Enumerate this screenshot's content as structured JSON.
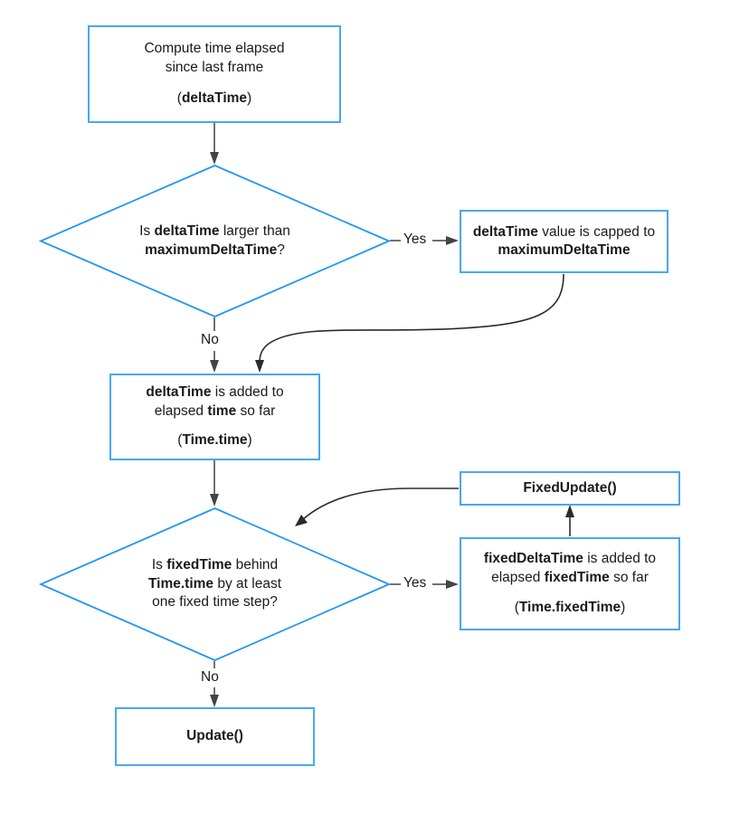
{
  "diagram": {
    "title": "Unity frame update / fixed update time flow",
    "accent_border_color": "#49a7f2",
    "connector_color": "#2b2b2b",
    "nodes": {
      "compute_delta": {
        "type": "process",
        "line1": "Compute time elapsed",
        "line2": "since last frame",
        "line3_prefix": "(",
        "line3_bold": "deltaTime",
        "line3_suffix": ")"
      },
      "decision_max_delta": {
        "type": "decision",
        "line1_prefix": "Is ",
        "line1_bold": "deltaTime",
        "line1_suffix": " larger than",
        "line2_bold": "maximumDeltaTime",
        "line2_suffix": "?"
      },
      "cap_delta": {
        "type": "process",
        "line1_bold": "deltaTime",
        "line1_suffix": " value is capped to",
        "line2_bold": "maximumDeltaTime"
      },
      "add_delta": {
        "type": "process",
        "line1_bold": "deltaTime",
        "line1_suffix": " is added to",
        "line2_prefix": "elapsed ",
        "line2_bold": "time",
        "line2_suffix": " so far",
        "line3_prefix": "(",
        "line3_bold": "Time.time",
        "line3_suffix": ")"
      },
      "decision_fixed": {
        "type": "decision",
        "line1_prefix": "Is ",
        "line1_bold": "fixedTime",
        "line1_suffix": " behind",
        "line2_bold": "Time.time",
        "line2_suffix": " by at least",
        "line3": "one fixed time step?"
      },
      "fixed_update": {
        "type": "process",
        "label": "FixedUpdate()"
      },
      "add_fixed_delta": {
        "type": "process",
        "line1_bold": "fixedDeltaTime",
        "line1_suffix": " is added to",
        "line2_prefix": "elapsed ",
        "line2_bold": "fixedTime",
        "line2_suffix": " so far",
        "line3_prefix": "(",
        "line3_bold": "Time.fixedTime",
        "line3_suffix": ")"
      },
      "update": {
        "type": "process",
        "label": "Update()"
      }
    },
    "edge_labels": {
      "yes_max_delta": "Yes",
      "no_max_delta": "No",
      "yes_fixed": "Yes",
      "no_fixed": "No"
    }
  }
}
